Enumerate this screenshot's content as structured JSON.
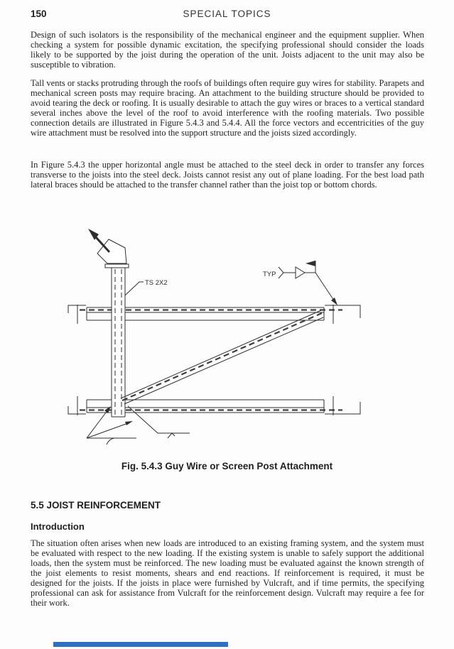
{
  "page": {
    "number": "150",
    "header_title": "SPECIAL TOPICS"
  },
  "paragraphs": {
    "p1": "Design of such isolators is the responsibility of the mechanical engineer and the equipment supplier. When checking a system for possible dynamic excitation, the specifying professional should consider the loads likely to be supported by the joist during the operation of the unit. Joists adjacent to the unit may also be susceptible to vibration.",
    "p2": "Tall vents or stacks protruding through the roofs of buildings often require guy wires for stability. Parapets and mechanical screen posts may require bracing. An attachment to the building structure should be provided to avoid tearing the deck or roofing. It is usually desirable to attach the guy wires or braces to a vertical standard several inches above the level of the roof to avoid interference with the roofing materials. Two possible connection details are illustrated in Figure 5.4.3 and 5.4.4. All the force vectors and eccentricities of the guy wire attachment must be resolved into the support structure and the joists sized accordingly.",
    "p3": "In Figure 5.4.3 the upper horizontal angle must be attached to the steel deck in order to transfer any forces transverse to the joists into the steel deck. Joists cannot resist any out of plane loading. For the best load path lateral braces should be attached to the transfer channel rather than the joist top or bottom chords.",
    "p4": "The situation often arises when new loads are introduced to an existing framing system, and the system must be evaluated with respect to the new loading. If the existing system is unable to safely support the additional loads, then the system must be reinforced. The new loading must be evaluated against the known strength of the joist elements to resist moments, shears and end reactions. If reinforcement is required, it must be designed for the joists. If the joists in place were furnished by Vulcraft, and if time permits, the specifying professional can ask for assistance from Vulcraft for the reinforcement design. Vulcraft may require a fee for their work."
  },
  "figure": {
    "caption": "Fig. 5.4.3 Guy Wire or Screen Post Attachment",
    "labels": {
      "ts_post": "TS 2X2",
      "typ": "TYP"
    }
  },
  "sections": {
    "s55": "5.5 JOIST REINFORCEMENT",
    "intro": "Introduction"
  },
  "colors": {
    "ink": "#242424",
    "line": "#2e2e2e",
    "accent_bar": "#2e70c4"
  }
}
